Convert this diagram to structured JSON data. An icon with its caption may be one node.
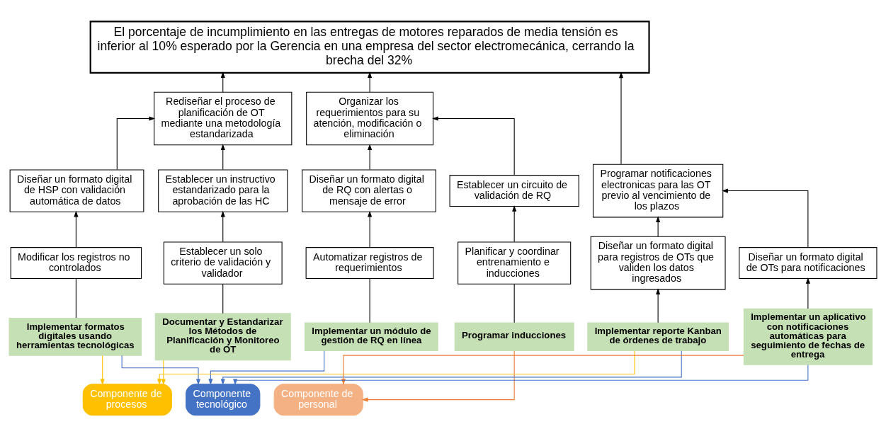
{
  "diagram": {
    "nodes": [
      {
        "text": [
          "El porcentaje de incumplimiento en las entregas de motores reparados de media tensión es inferior al 10% esperado por la Gerencia en una empresa del sector electromecánica, cerrando la brecha del 32%"
        ]
      },
      {
        "text": [
          "Rediseñar el proceso de planificación de OT mediante una metodología estandarizada"
        ]
      },
      {
        "text": [
          "Organizar los requerimientos para su atención, modificación o eliminación"
        ]
      },
      {
        "text": [
          "Programar notificaciones electronicas para las OT previo al vencimiento de los plazos"
        ]
      },
      {
        "text": [
          "Establecer un instructivo estandarizado para la aprobación de las HC"
        ]
      },
      {
        "text": [
          "Diseñar un formato digital de HSP con validación automática de datos"
        ]
      },
      {
        "text": [
          "Establecer un circuito de validación de RQ"
        ]
      },
      {
        "text": [
          "Diseñar un formato digital de RQ con alertas o mensaje de error"
        ]
      },
      {
        "text": [
          "Diseñar un formato digital para registros de OTs que validen los datos ingresados"
        ]
      },
      {
        "text": [
          "Diseñar un formato digital  de OTs para notificaciones"
        ]
      },
      {
        "text": [
          "Establecer un solo criterio de validación y validador"
        ]
      },
      {
        "text": [
          "Modificar los registros no controlados"
        ]
      },
      {
        "text": [
          "Planificar y coordinar entrenamiento e inducciones"
        ]
      },
      {
        "text": [
          "Automatizar registros de requerimientos"
        ]
      },
      {
        "text": [
          "Documentar y Estandarizar los Métodos de Planificación y Monitoreo de OT"
        ]
      },
      {
        "text": [
          "Implementar formatos digitales usando herramientas tecnológicas"
        ]
      },
      {
        "text": [
          "Programar inducciones"
        ]
      },
      {
        "text": [
          "Implementar un módulo de gestión de RQ en línea"
        ]
      },
      {
        "text": [
          "Implementar reporte Kanban de órdenes de trabajo"
        ]
      },
      {
        "text": [
          "Implementar un aplicativo con notificaciones automáticas para seguimiento de fechas de entrega"
        ]
      },
      {
        "text": [
          "Componente de personal"
        ]
      },
      {
        "text": [
          "Componente de procesos"
        ]
      },
      {
        "text": [
          "Componente tecnológico"
        ]
      }
    ],
    "edges": [
      {
        "from": 1,
        "to": 0,
        "arrow": "to"
      },
      {
        "from": 2,
        "to": 0,
        "arrow": "to"
      },
      {
        "from": 3,
        "to": 0,
        "arrow": "to"
      },
      {
        "from": 4,
        "to": 1,
        "arrow": "to"
      },
      {
        "from": 5,
        "to": 1,
        "arrow": "to"
      },
      {
        "from": 6,
        "to": 2,
        "arrow": "to"
      },
      {
        "from": 7,
        "to": 2,
        "arrow": "to"
      },
      {
        "from": 8,
        "to": 3,
        "arrow": "to"
      },
      {
        "from": 9,
        "to": 3,
        "arrow": "to"
      },
      {
        "from": 10,
        "to": 4,
        "arrow": "to"
      },
      {
        "from": 11,
        "to": 5,
        "arrow": "to"
      },
      {
        "from": 12,
        "to": 6,
        "arrow": "to"
      },
      {
        "from": 13,
        "to": 7,
        "arrow": "to"
      },
      {
        "from": 14,
        "to": 10,
        "arrow": "none"
      },
      {
        "from": 15,
        "to": 11,
        "arrow": "none"
      },
      {
        "from": 16,
        "to": 12,
        "arrow": "none"
      },
      {
        "from": 17,
        "to": 13,
        "arrow": "none"
      },
      {
        "from": 18,
        "to": 8,
        "arrow": "to"
      },
      {
        "from": 19,
        "to": 9,
        "arrow": "to"
      },
      {
        "from": 14,
        "to": 21,
        "arrow": "to",
        "color": "#ffc000"
      },
      {
        "from": 15,
        "to": 21,
        "arrow": "to",
        "color": "#ffc000"
      },
      {
        "from": 15,
        "to": 22,
        "arrow": "to",
        "color": "#4472c4"
      },
      {
        "from": 16,
        "to": 20,
        "arrow": "to",
        "color": "#ed7d31"
      },
      {
        "from": 17,
        "to": 22,
        "arrow": "to",
        "color": "#4472c4"
      },
      {
        "from": 18,
        "to": 21,
        "arrow": "to",
        "color": "#ffc000"
      },
      {
        "from": 18,
        "to": 22,
        "arrow": "to",
        "color": "#4472c4"
      },
      {
        "from": 19,
        "to": 20,
        "arrow": "to",
        "color": "#ed7d31"
      },
      {
        "from": 19,
        "to": 22,
        "arrow": "to",
        "color": "#4472c4"
      }
    ]
  }
}
